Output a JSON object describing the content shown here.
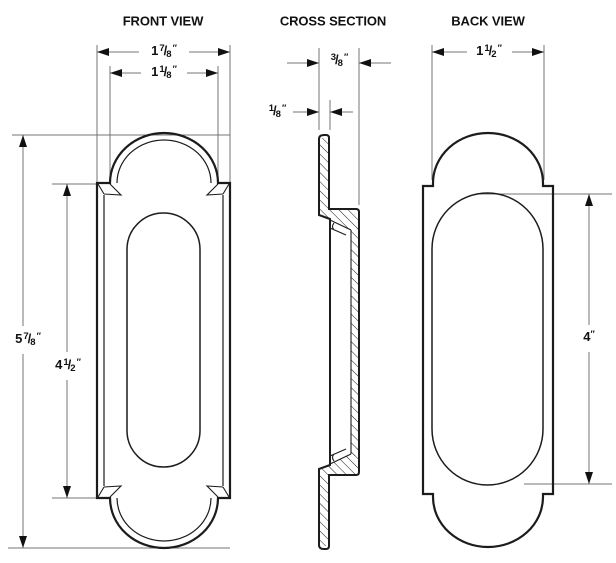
{
  "drawing": {
    "product": "flush-pull-technical-drawing",
    "colors": {
      "line": "#1c1c1c",
      "dim_line": "#757575",
      "arrow": "#111111",
      "background": "#ffffff"
    },
    "views": {
      "front": {
        "title": "FRONT VIEW",
        "dims": {
          "width_outer": {
            "whole": "1",
            "num": "7",
            "slash": "/",
            "den": "8",
            "unit": "″"
          },
          "width_inner": {
            "whole": "1",
            "num": "1",
            "slash": "/",
            "den": "8",
            "unit": "″"
          },
          "height_outer": {
            "whole": "5",
            "num": "7",
            "slash": "/",
            "den": "8",
            "unit": "″"
          },
          "height_inner": {
            "whole": "4",
            "num": "1",
            "slash": "/",
            "den": "2",
            "unit": "″"
          }
        }
      },
      "cross": {
        "title": "CROSS SECTION",
        "dims": {
          "depth": {
            "whole": "",
            "num": "3",
            "slash": "/",
            "den": "8",
            "unit": "″"
          },
          "flange_thickness": {
            "whole": "",
            "num": "1",
            "slash": "/",
            "den": "8",
            "unit": "″"
          }
        }
      },
      "back": {
        "title": "BACK VIEW",
        "dims": {
          "width": {
            "whole": "1",
            "num": "1",
            "slash": "/",
            "den": "2",
            "unit": "″"
          },
          "recess_height": {
            "whole": "4",
            "num": "",
            "slash": "",
            "den": "",
            "unit": "″"
          }
        }
      }
    }
  }
}
